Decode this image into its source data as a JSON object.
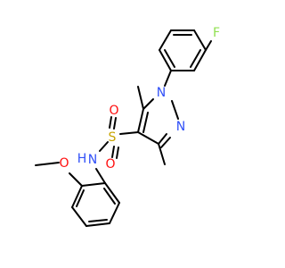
{
  "molecule": {
    "atoms": {
      "F": {
        "text": "F",
        "color": "#90e050"
      },
      "N1": {
        "text": "N",
        "color": "#3050f8"
      },
      "N2": {
        "text": "N",
        "color": "#3050f8"
      },
      "S": {
        "text": "S",
        "color": "#c8a400"
      },
      "O_top": {
        "text": "O",
        "color": "#ff0d0d"
      },
      "O_bottom": {
        "text": "O",
        "color": "#ff0d0d"
      },
      "NH": {
        "text": "N",
        "color": "#3050f8"
      },
      "H": {
        "text": "H",
        "color": "#3050f8"
      },
      "O_methoxy": {
        "text": "O",
        "color": "#ff0d0d"
      }
    },
    "bond_color": "#000000"
  }
}
